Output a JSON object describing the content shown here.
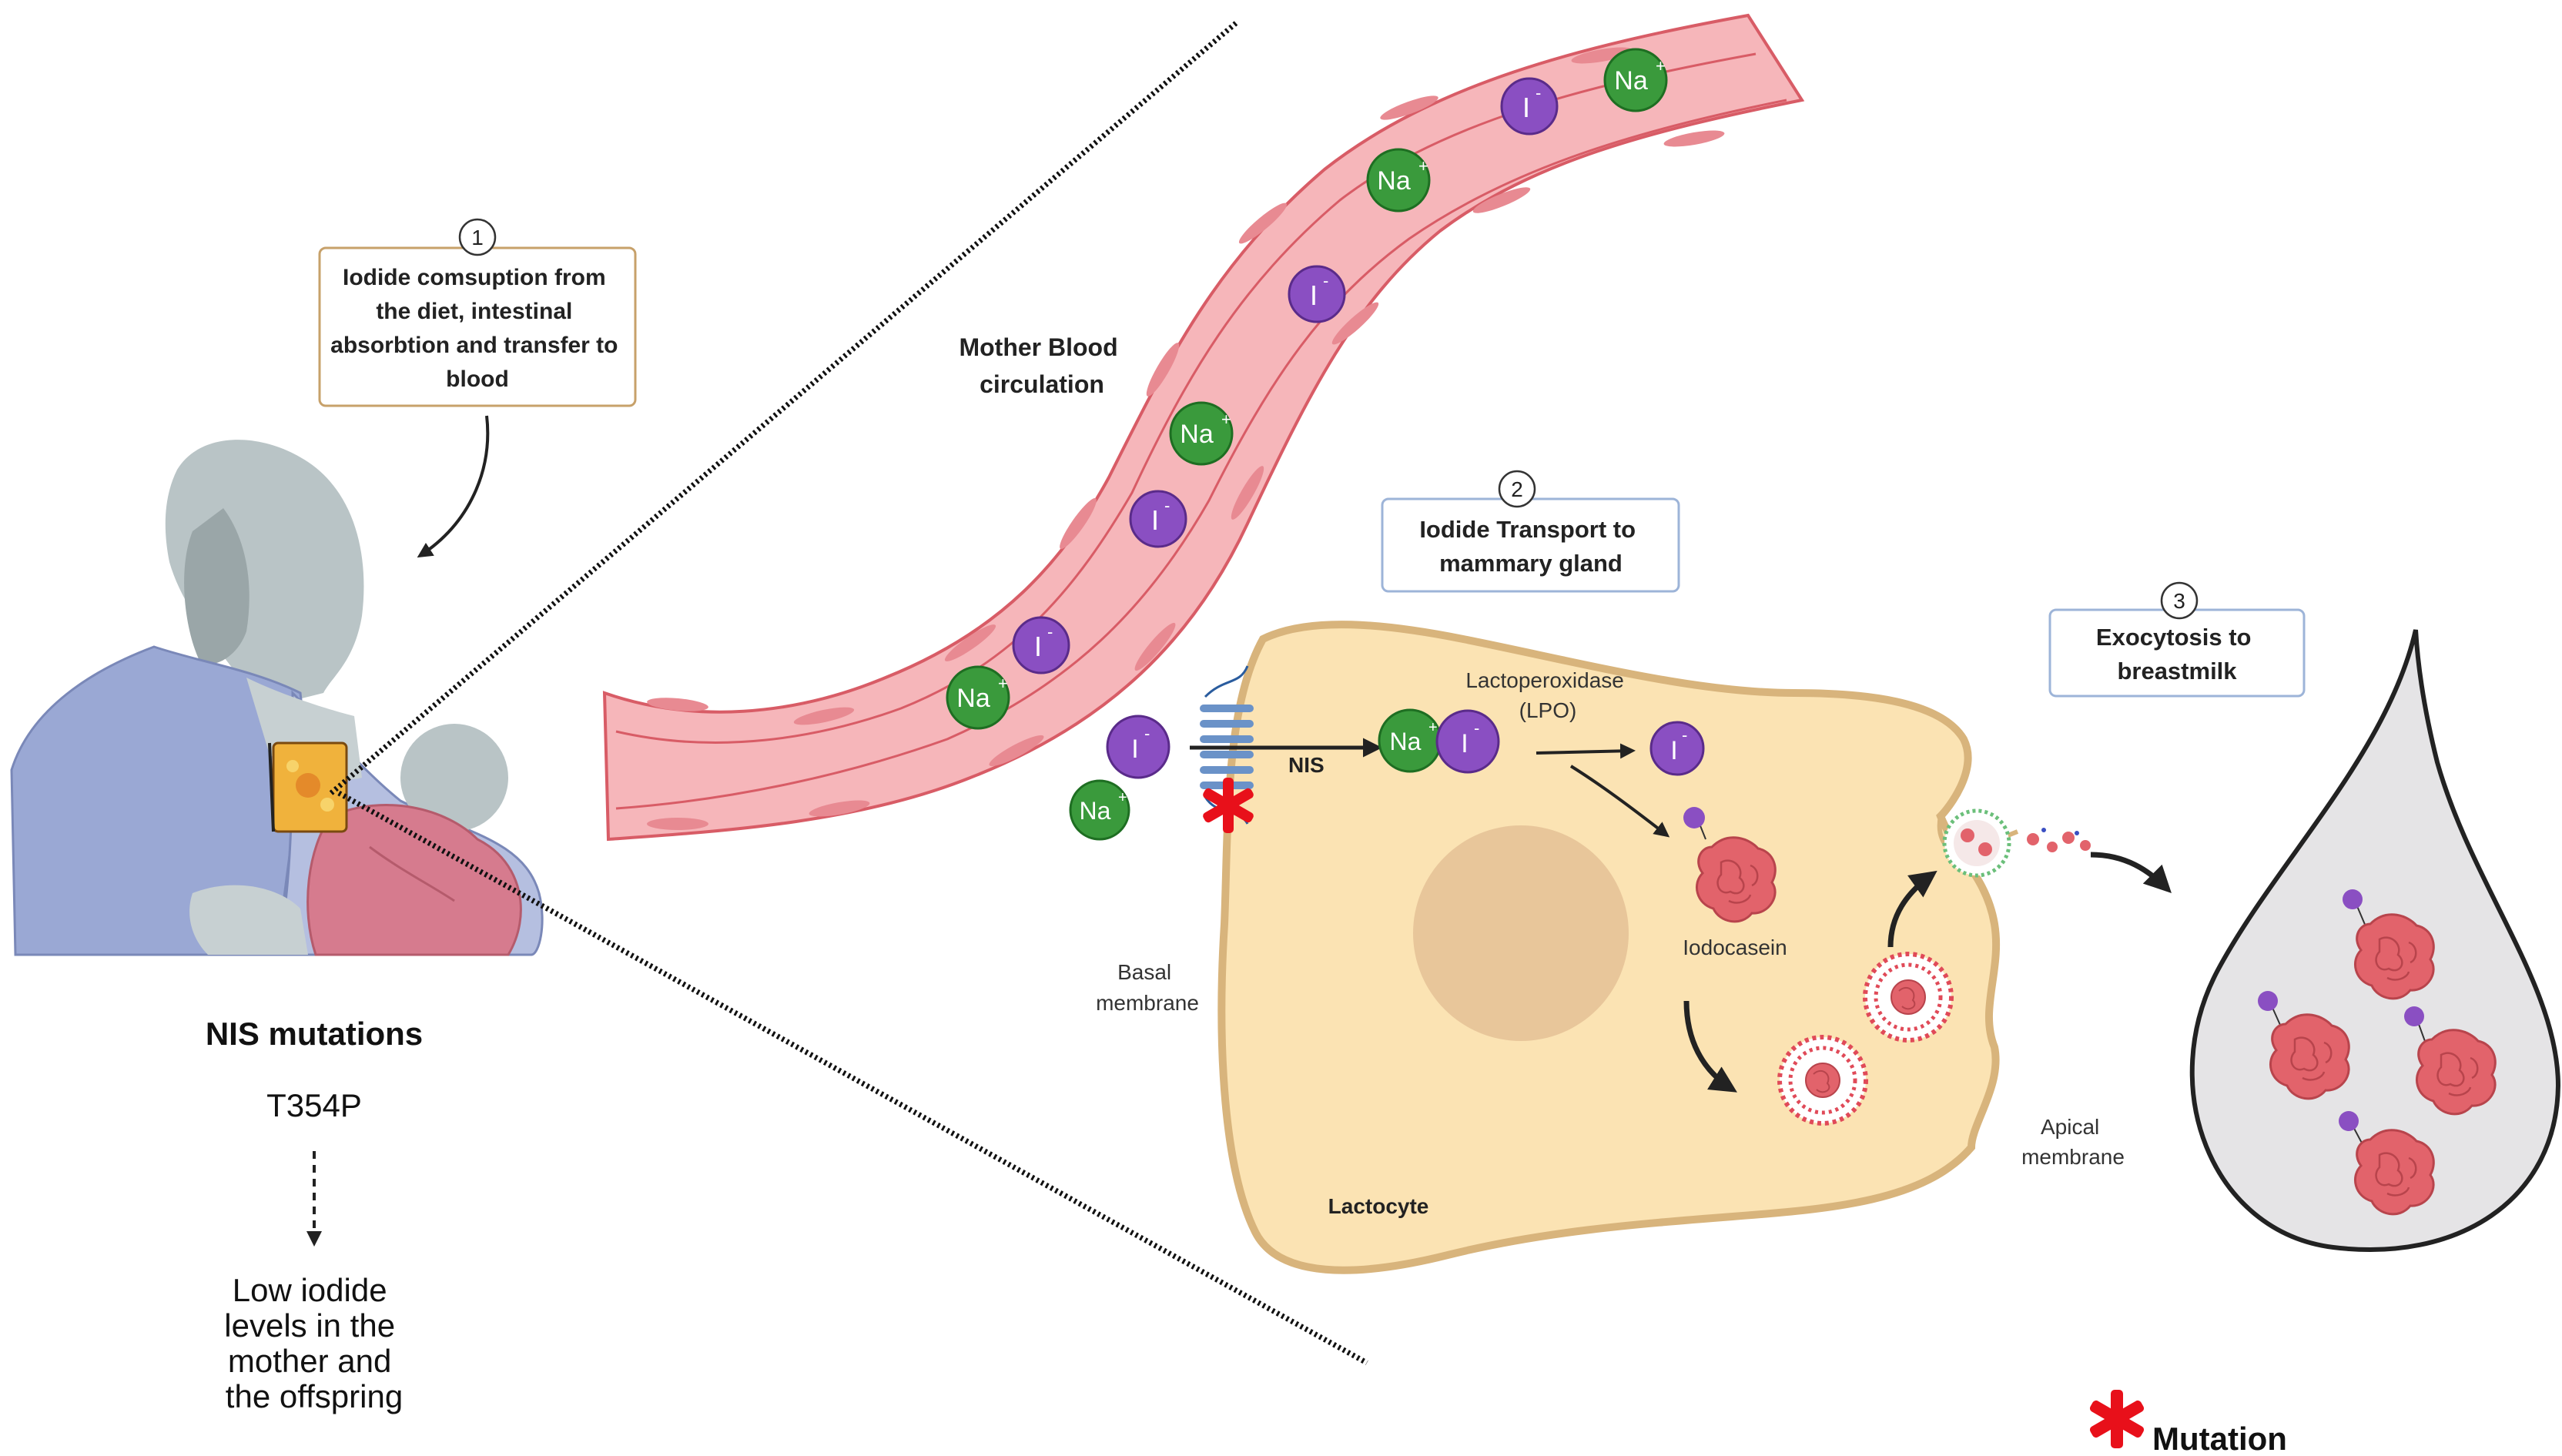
{
  "steps": [
    {
      "number": "1",
      "lines": [
        "Iodide comsuption from",
        "the diet, intestinal",
        "absorbtion and transfer to",
        "blood"
      ]
    },
    {
      "number": "2",
      "lines": [
        "Iodide Transport to",
        "mammary gland"
      ]
    },
    {
      "number": "3",
      "lines": [
        "Exocytosis to",
        "breastmilk"
      ]
    }
  ],
  "labels": {
    "blood_circulation": [
      "Mother Blood",
      "circulation"
    ],
    "lpo": [
      "Lactoperoxidase",
      "(LPO)"
    ],
    "nis": "NIS",
    "basal_membrane": [
      "Basal",
      "membrane"
    ],
    "apical_membrane": [
      "Apical",
      "membrane"
    ],
    "iodocasein": "Iodocasein",
    "lactocyte": "Lactocyte",
    "nis_mutations": "NIS mutations",
    "mutation_code": "T354P",
    "outcome": [
      "Low iodide",
      "levels in the",
      "mother and",
      "the offspring"
    ],
    "legend_mutation": "Mutation",
    "ion_sodium": "Na",
    "ion_iodide": "I"
  },
  "colors": {
    "vessel": "#f4a3a8",
    "vessel_stroke": "#d85c66",
    "sodium": "#3a9a3c",
    "iodide": "#8a4fc2",
    "cell": "#fbe3b3",
    "cell_stroke": "#d8b47c",
    "nucleus": "#e8c69a",
    "protein": "#e2636b",
    "mutation": "#e8101a",
    "step2_border": "#9db4d8",
    "step1_border": "#c7a16a"
  }
}
